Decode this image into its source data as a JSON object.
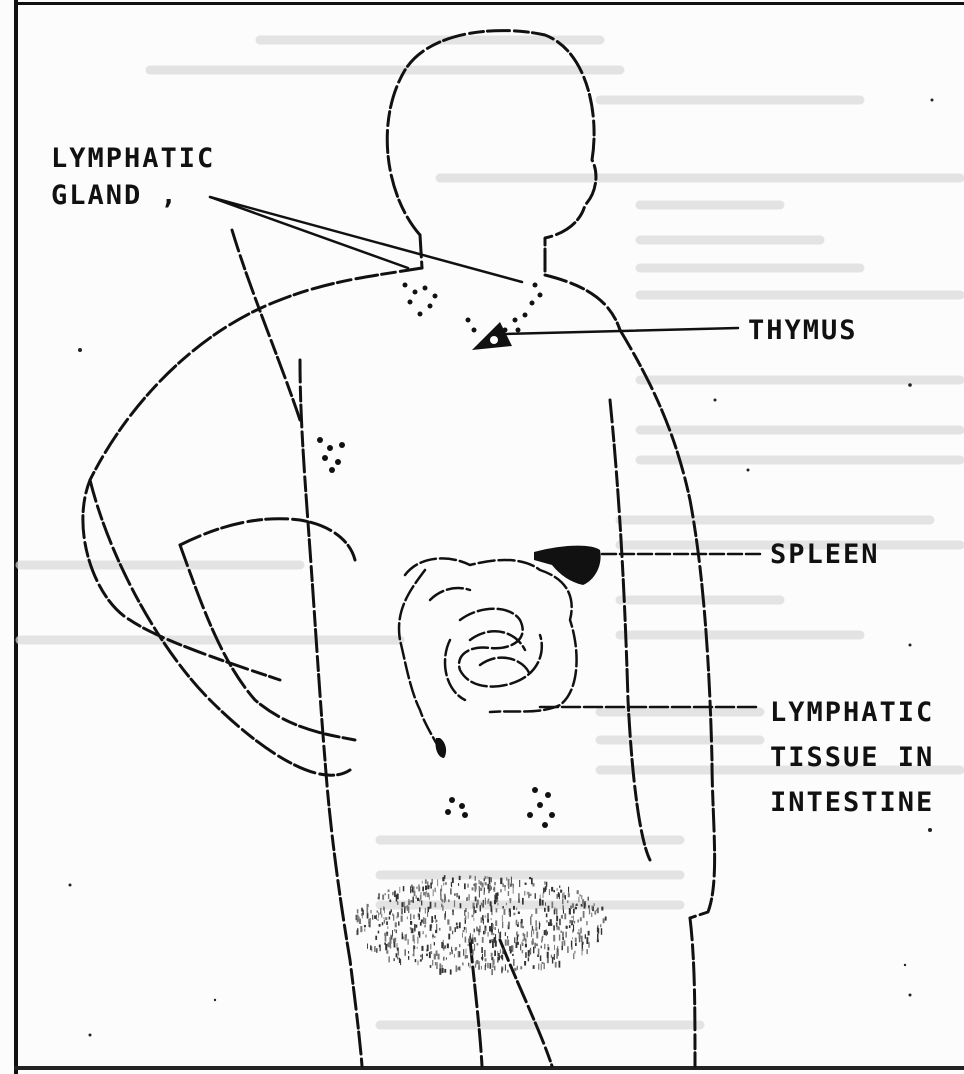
{
  "labels": {
    "lymphatic_gland": [
      "LYMPHATIC",
      "GLAND ,"
    ],
    "thymus": "THYMUS",
    "spleen": "SPLEEN",
    "lymphatic_tissue": [
      "LYMPHATIC",
      "TISSUE IN",
      "INTESTINE"
    ]
  },
  "colors": {
    "ink": "#111111",
    "paper": "#fcfcfc",
    "bleed_through": "#d9d9d9"
  }
}
